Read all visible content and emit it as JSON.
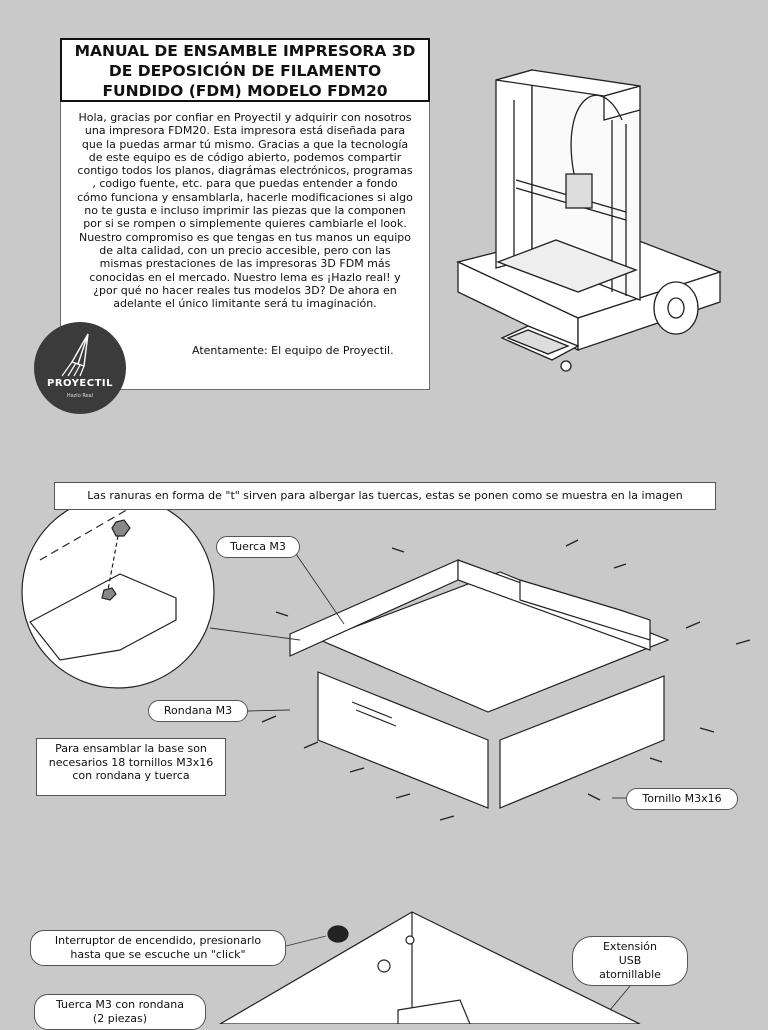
{
  "header": {
    "title_lines": [
      "MANUAL DE ENSAMBLE IMPRESORA 3D",
      "DE DEPOSICIÓN DE FILAMENTO",
      "FUNDIDO (FDM) MODELO FDM20"
    ]
  },
  "intro": {
    "lines": [
      "Hola, gracias por confiar en Proyectil y adquirir con nosotros",
      "una impresora FDM20. Esta impresora está diseñada para",
      "que la puedas armar tú mismo. Gracias a que la tecnología",
      "de este equipo es de código abierto, podemos compartir",
      "contigo todos los planos, diagrámas electrónicos, programas",
      ", codigo fuente, etc. para que puedas entender a fondo",
      "cómo funciona y ensamblarla, hacerle modificaciones si algo",
      "no te gusta e incluso imprimir las piezas que la componen",
      "por si se rompen o simplemente quieres cambiarle el look.",
      "Nuestro compromiso es que tengas en tus manos un equipo",
      "de alta calidad, con un precio accesible, pero con las",
      "mismas prestaciones de las impresoras 3D FDM más",
      "conocidas en el mercado. Nuestro lema es ¡Hazlo real! y",
      "¿por qué no hacer reales tus modelos 3D? De ahora en",
      "adelante el único limitante será tu imaginación."
    ],
    "signature": "Atentamente: El equipo de Proyectil."
  },
  "logo": {
    "brand": "PROYECTIL",
    "slogan": "Hazlo Real"
  },
  "base_section": {
    "slot_note": "Las ranuras en forma de \"t\" sirven para albergar las tuercas, estas se ponen como se muestra en la imagen",
    "label_tuerca": "Tuerca M3",
    "label_rondana": "Rondana M3",
    "assembly_note_lines": [
      "Para ensamblar la base son",
      "necesarios 18 tornillos M3x16",
      "con rondana y tuerca"
    ],
    "label_tornillo": "Tornillo M3x16"
  },
  "power_section": {
    "interruptor_lines": [
      "Interruptor de encendido, presionarlo",
      "hasta que se escuche un \"click\""
    ],
    "tuerca_lines": [
      "Tuerca M3 con rondana",
      "(2 piezas)"
    ],
    "usb_lines": [
      "Extensión",
      "USB",
      "atornillable"
    ]
  }
}
